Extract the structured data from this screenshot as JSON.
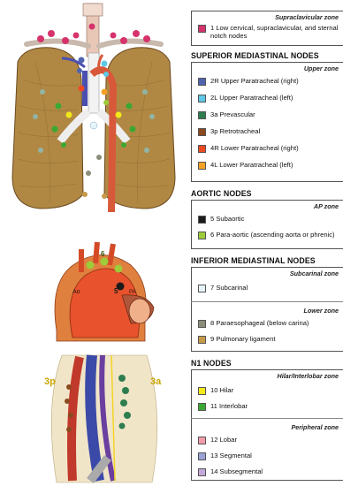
{
  "legend": {
    "supraclavicular": {
      "zone": "Supraclavicular zone",
      "items": [
        {
          "label": "1 Low cervical, supraclavicular, and sternal notch nodes",
          "color": "#d6336c"
        }
      ]
    },
    "superior": {
      "heading": "SUPERIOR MEDIASTINAL NODES",
      "zone": "Upper zone",
      "items": [
        {
          "label": "2R Upper Paratracheal (right)",
          "color": "#4f63b0"
        },
        {
          "label": "2L Upper Paratracheal (left)",
          "color": "#5ec8e6"
        },
        {
          "label": "3a Prevascular",
          "color": "#2e7d4f"
        },
        {
          "label": "3p Retrotracheal",
          "color": "#8a4a1e"
        },
        {
          "label": "4R Lower Paratracheal (right)",
          "color": "#ee4a22"
        },
        {
          "label": "4L Lower Paratracheal (left)",
          "color": "#f4a226"
        }
      ]
    },
    "aortic": {
      "heading": "AORTIC NODES",
      "zone": "AP zone",
      "items": [
        {
          "label": "5 Subaortic",
          "color": "#1b1b1b"
        },
        {
          "label": "6 Para-aortic (ascending aorta or phrenic)",
          "color": "#9ccc3a"
        }
      ]
    },
    "inferior": {
      "heading": "INFERIOR MEDIASTINAL NODES",
      "zone_subcarinal": "Subcarinal zone",
      "zone_lower": "Lower zone",
      "items_subcarinal": [
        {
          "label": "7 Subcarinal",
          "color": "#e6f4fb"
        }
      ],
      "items_lower": [
        {
          "label": "8 Paraesophageal (below carina)",
          "color": "#8c8c7a"
        },
        {
          "label": "9 Pulmonary ligament",
          "color": "#c79a4a"
        }
      ]
    },
    "n1": {
      "heading": "N1 NODES",
      "zone_hilar": "Hilar/Interlobar zone",
      "zone_peripheral": "Peripheral zone",
      "items_hilar": [
        {
          "label": "10 Hilar",
          "color": "#f2e81a"
        },
        {
          "label": "11 Interlobar",
          "color": "#3aa832"
        }
      ],
      "items_peripheral": [
        {
          "label": "12 Lobar",
          "color": "#f29aa8"
        },
        {
          "label": "13 Segmental",
          "color": "#9aa3d6"
        },
        {
          "label": "14 Subsegmental",
          "color": "#c4a8d9"
        }
      ]
    }
  },
  "illustrations": {
    "aorta_labels": {
      "ao": "Ao",
      "pa": "PA",
      "five": "5",
      "six": "6"
    },
    "hilum_labels": {
      "left": "3p",
      "right": "3a"
    }
  }
}
